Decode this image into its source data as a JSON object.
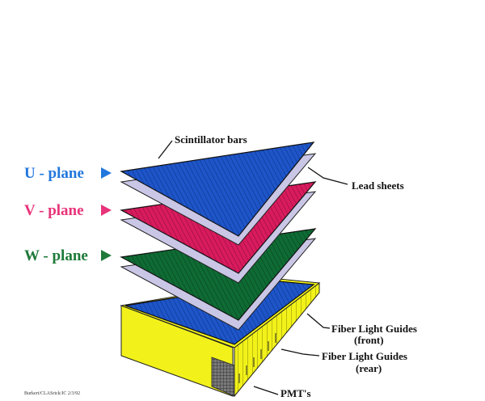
{
  "diagram": {
    "planes": [
      {
        "label": "U - plane",
        "color": "#2277dd"
      },
      {
        "label": "V - plane",
        "color": "#e8337a"
      },
      {
        "label": "W - plane",
        "color": "#1f7a3a"
      }
    ],
    "parts": {
      "scintillator": "Scintillator bars",
      "lead": "Lead sheets",
      "fiber_front_1": "Fiber Light Guides",
      "fiber_front_2": "(front)",
      "fiber_rear_1": "Fiber Light Guides",
      "fiber_rear_2": "(rear)",
      "pmt": "PMT's"
    },
    "credit": "Burkert/CLASrick/IC 2/3/92",
    "colors": {
      "u_layer": "#1e55c8",
      "v_layer": "#d81b5e",
      "w_layer": "#0f6b34",
      "lead_layer": "#c9c6e6",
      "housing": "#f2f21a",
      "arrow_blue": "#2277dd",
      "arrow_pink": "#e8337a",
      "arrow_green": "#1f7a3a"
    }
  }
}
